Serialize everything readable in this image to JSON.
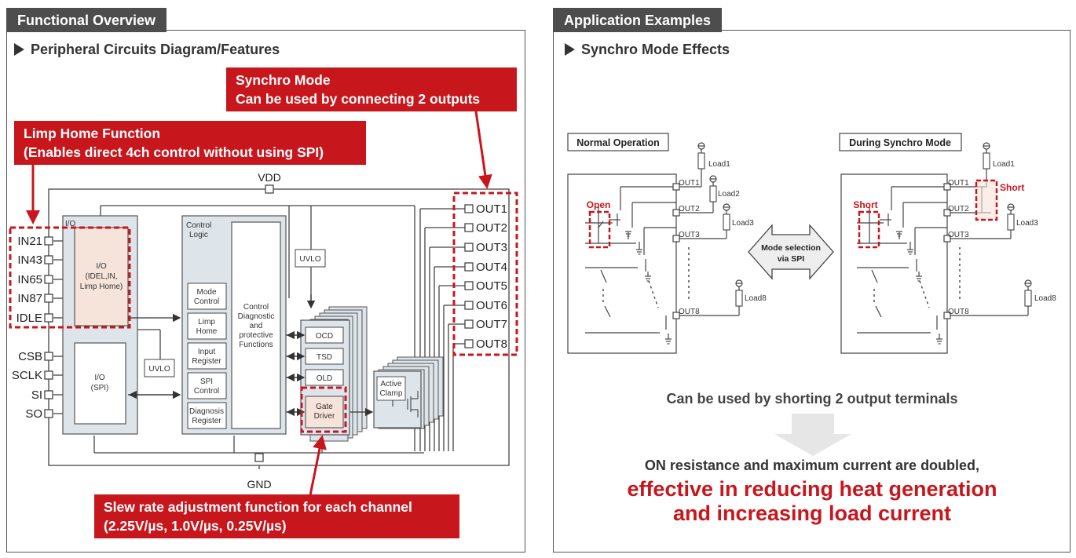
{
  "left": {
    "tab": "Functional Overview",
    "subtitle": "Peripheral Circuits Diagram/Features",
    "callouts": {
      "synchro_line1": "Synchro Mode",
      "synchro_line2": "Can be used by connecting 2 outputs",
      "limp_line1": "Limp Home Function",
      "limp_line2": "(Enables direct 4ch control without using SPI)",
      "slew_line1": "Slew rate adjustment function for each channel",
      "slew_line2": "(2.25V/µs, 1.0V/µs, 0.25V/µs)"
    },
    "diagram": {
      "vdd": "VDD",
      "gnd": "GND",
      "inputs": [
        "IN21",
        "IN43",
        "IN65",
        "IN87",
        "IDLE"
      ],
      "spi_pins": [
        "CSB",
        "SCLK",
        "SI",
        "SO"
      ],
      "outputs": [
        "OUT1",
        "OUT2",
        "OUT3",
        "OUT4",
        "OUT5",
        "OUT6",
        "OUT7",
        "OUT8"
      ],
      "io_label": "I/O",
      "io_limp_lines": [
        "I/O",
        "(IDEL,IN,",
        "Limp Home)"
      ],
      "io_spi_lines": [
        "I/O",
        "(SPI)"
      ],
      "uvlo": "UVLO",
      "control_logic_lines": [
        "Control",
        "Logic"
      ],
      "logic_blocks": [
        [
          "Mode",
          "Control"
        ],
        [
          "Limp",
          "Home"
        ],
        [
          "Input",
          "Register"
        ],
        [
          "SPI",
          "Control"
        ],
        [
          "Diagnosis",
          "Register"
        ]
      ],
      "control_diag_lines": [
        "Control",
        "Diagnostic",
        "and",
        "protective",
        "Functions"
      ],
      "protect_blocks": [
        "OCD",
        "TSD",
        "OLD"
      ],
      "gate_driver_lines": [
        "Gate",
        "Driver"
      ],
      "active_clamp_lines": [
        "Active",
        "Clamp"
      ]
    }
  },
  "right": {
    "tab": "Application Examples",
    "subtitle": "Synchro Mode Effects",
    "normal_title": "Normal Operation",
    "synchro_title": "During Synchro Mode",
    "open_label": "Open",
    "short_label": "Short",
    "outs": [
      "OUT1",
      "OUT2",
      "OUT3",
      "OUT8"
    ],
    "loads_normal": [
      "Load1",
      "Load2",
      "Load3",
      "Load8"
    ],
    "loads_synchro": [
      "Load1",
      "Load3",
      "Load8"
    ],
    "mode_arrow_lines": [
      "Mode selection",
      "via SPI"
    ],
    "text1": "Can be used by shorting 2 output terminals",
    "text2": "ON resistance and maximum current are doubled,",
    "text3": "effective in reducing heat generation",
    "text4": "and increasing load current"
  },
  "colors": {
    "accent_red": "#c8161d",
    "tab_gray": "#4d4d4d",
    "block_blue_gray": "#dde4ea",
    "highlight_pink": "#f6e3da"
  }
}
